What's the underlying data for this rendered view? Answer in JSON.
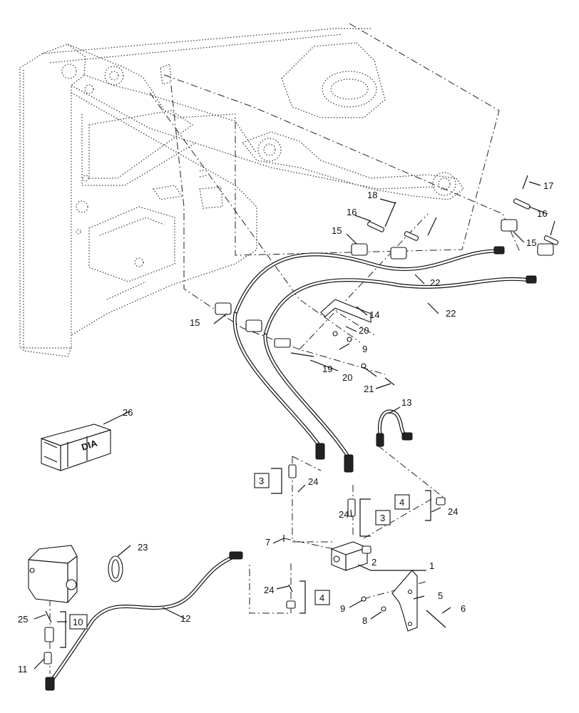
{
  "callouts": {
    "c1": "1",
    "c2": "2",
    "c3a": "3",
    "c3b": "3",
    "c4a": "4",
    "c4b": "4",
    "c5": "5",
    "c6": "6",
    "c7": "7",
    "c8": "8",
    "c9a": "9",
    "c9b": "9",
    "c10": "10",
    "c11": "11",
    "c12": "12",
    "c13": "13",
    "c14": "14",
    "c15a": "15",
    "c15b": "15",
    "c15c": "15",
    "c16a": "16",
    "c16b": "16",
    "c17": "17",
    "c18": "18",
    "c19": "19",
    "c20a": "20",
    "c20b": "20",
    "c21": "21",
    "c22a": "22",
    "c22b": "22",
    "c23": "23",
    "c24a": "24",
    "c24b": "24",
    "c24c": "24",
    "c24d": "24",
    "c25": "25",
    "c26": "26"
  },
  "kit_box_text": "DIA"
}
